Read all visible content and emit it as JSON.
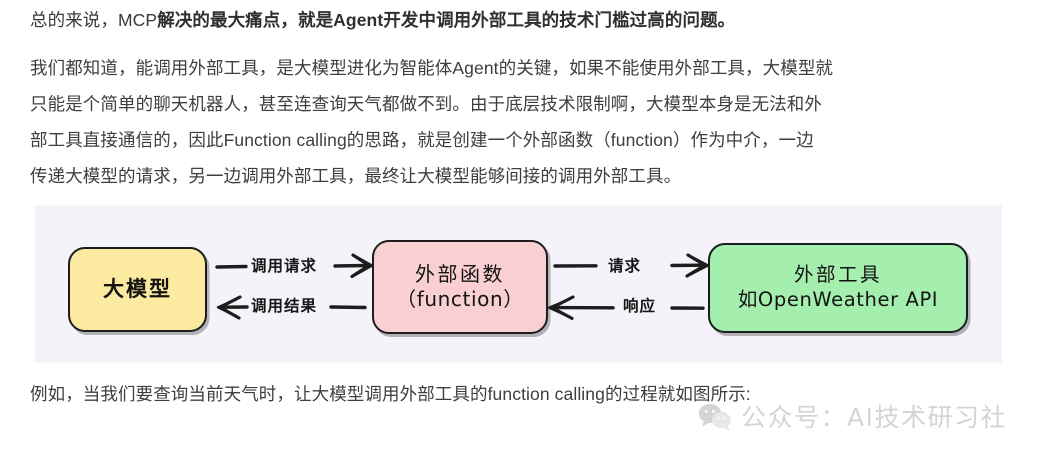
{
  "article": {
    "heading": {
      "plain_prefix": "总的来说，MCP",
      "bold_rest": "解决的最大痛点，就是Agent开发中调用外部工具的技术门槛过高的问题。"
    },
    "paragraph_lines": [
      "我们都知道，能调用外部工具，是大模型进化为智能体Agent的关键，如果不能使用外部工具，大模型就",
      "只能是个简单的聊天机器人，甚至连查询天气都做不到。由于底层技术限制啊，大模型本身是无法和外",
      "部工具直接通信的，因此Function calling的思路，就是创建一个外部函数（function）作为中介，一边",
      "传递大模型的请求，另一边调用外部工具，最终让大模型能够间接的调用外部工具。"
    ],
    "closing_line": "例如，当我们要查询当前天气时，让大模型调用外部工具的function calling的过程就如图所示:"
  },
  "diagram": {
    "background_color": "#f4f3f9",
    "nodes": [
      {
        "id": "llm",
        "line1": "大模型",
        "line2": "",
        "fill": "#fbeaa0",
        "stroke": "#1d1d1d"
      },
      {
        "id": "function",
        "line1": "外部函数",
        "line2": "（function）",
        "fill": "#f9cfd1",
        "stroke": "#1d1d1d"
      },
      {
        "id": "tool",
        "line1": "外部工具",
        "line2": "如OpenWeather API",
        "fill": "#a4eeae",
        "stroke": "#1d1d1d"
      }
    ],
    "edges": [
      {
        "id": "llm-to-func",
        "label": "调用请求",
        "direction": "right"
      },
      {
        "id": "func-to-llm",
        "label": "调用结果",
        "direction": "left"
      },
      {
        "id": "func-to-tool",
        "label": "请求",
        "direction": "right"
      },
      {
        "id": "tool-to-func",
        "label": "响应",
        "direction": "left"
      }
    ],
    "edge_color": "#1d1d1d"
  },
  "watermark": {
    "icon": "wechat-icon",
    "text": "公众号：AI技术研习社",
    "color": "#9a9aa2"
  }
}
